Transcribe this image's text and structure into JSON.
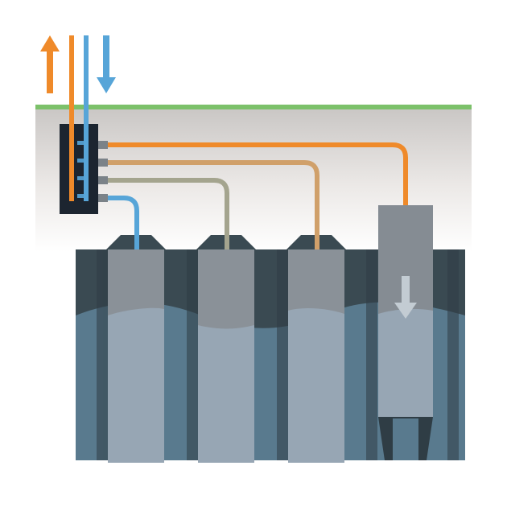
{
  "colors": {
    "hot": "#ef8a2a",
    "cold": "#57a5d8",
    "neutral": "#9aa1a3",
    "ground": "#7cc16a",
    "wall_dark": "#3a4a52",
    "water": "#597a8e",
    "column": "#97a6b4",
    "column_top": "#8a9198",
    "manifold": "#1c2530"
  },
  "icons": {
    "outflow": "arrow-up-icon",
    "inflow": "arrow-down-icon",
    "pump_flow": "arrow-down-icon"
  },
  "scene": {
    "boreholes": [
      "borehole-1",
      "borehole-2",
      "borehole-3"
    ],
    "pump_well": "pump-well"
  }
}
